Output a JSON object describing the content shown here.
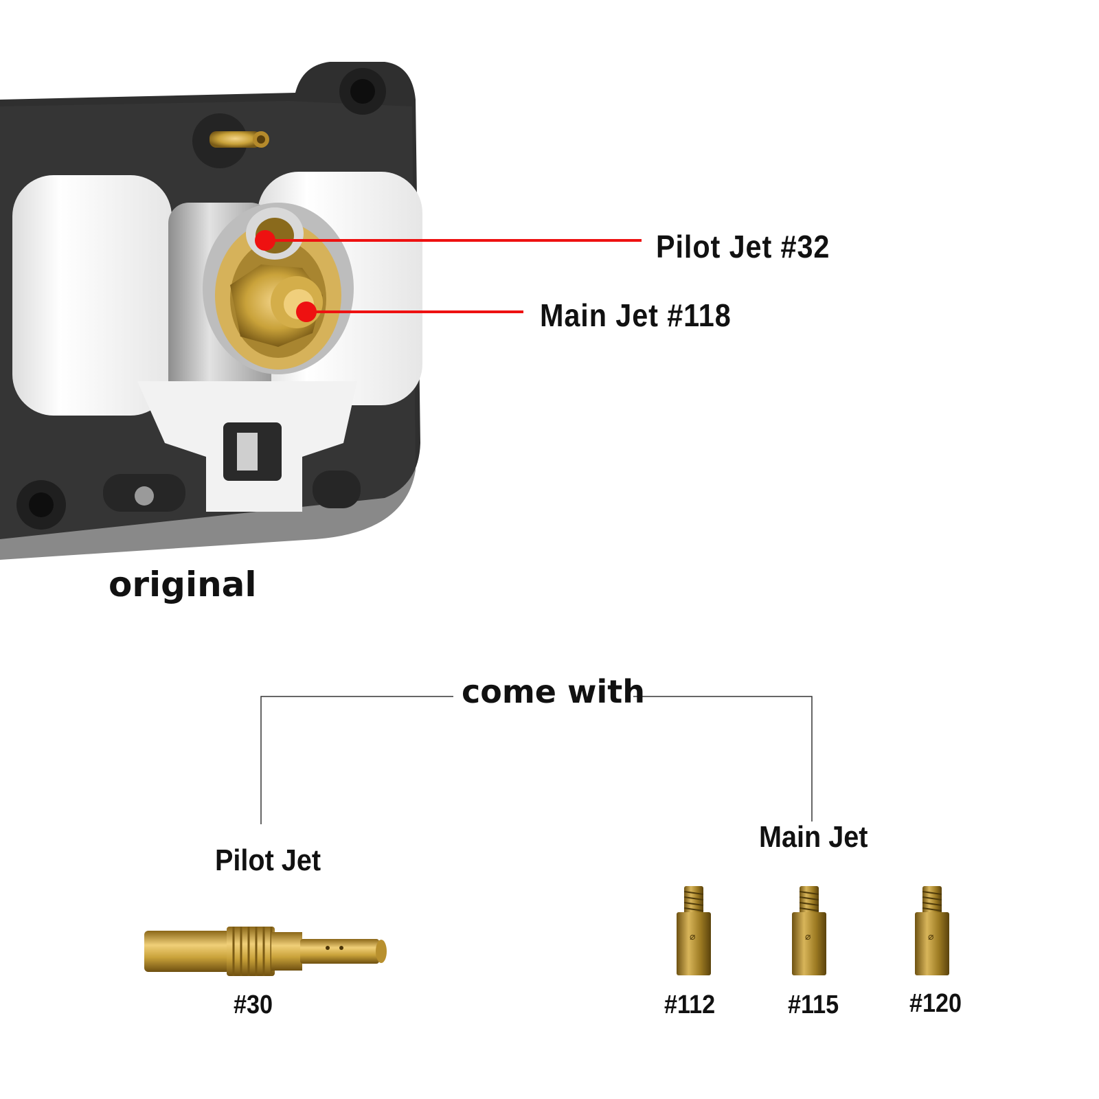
{
  "callouts": {
    "pilot_jet": "Pilot Jet #32",
    "main_jet": "Main Jet #118",
    "accent_color": "#ee1111"
  },
  "original_label": "original",
  "come_with_label": "come with",
  "pilot_group": {
    "title": "Pilot Jet",
    "jets": [
      {
        "number": "#30"
      }
    ]
  },
  "main_group": {
    "title": "Main Jet",
    "jets": [
      {
        "number": "#112"
      },
      {
        "number": "#115"
      },
      {
        "number": "#120"
      }
    ]
  },
  "colors": {
    "brass": "#c9a23a",
    "housing": "#2f2f2f",
    "float": "#f4f4f4"
  },
  "icons": {
    "jet_engraving": "jet-logo-icon"
  }
}
